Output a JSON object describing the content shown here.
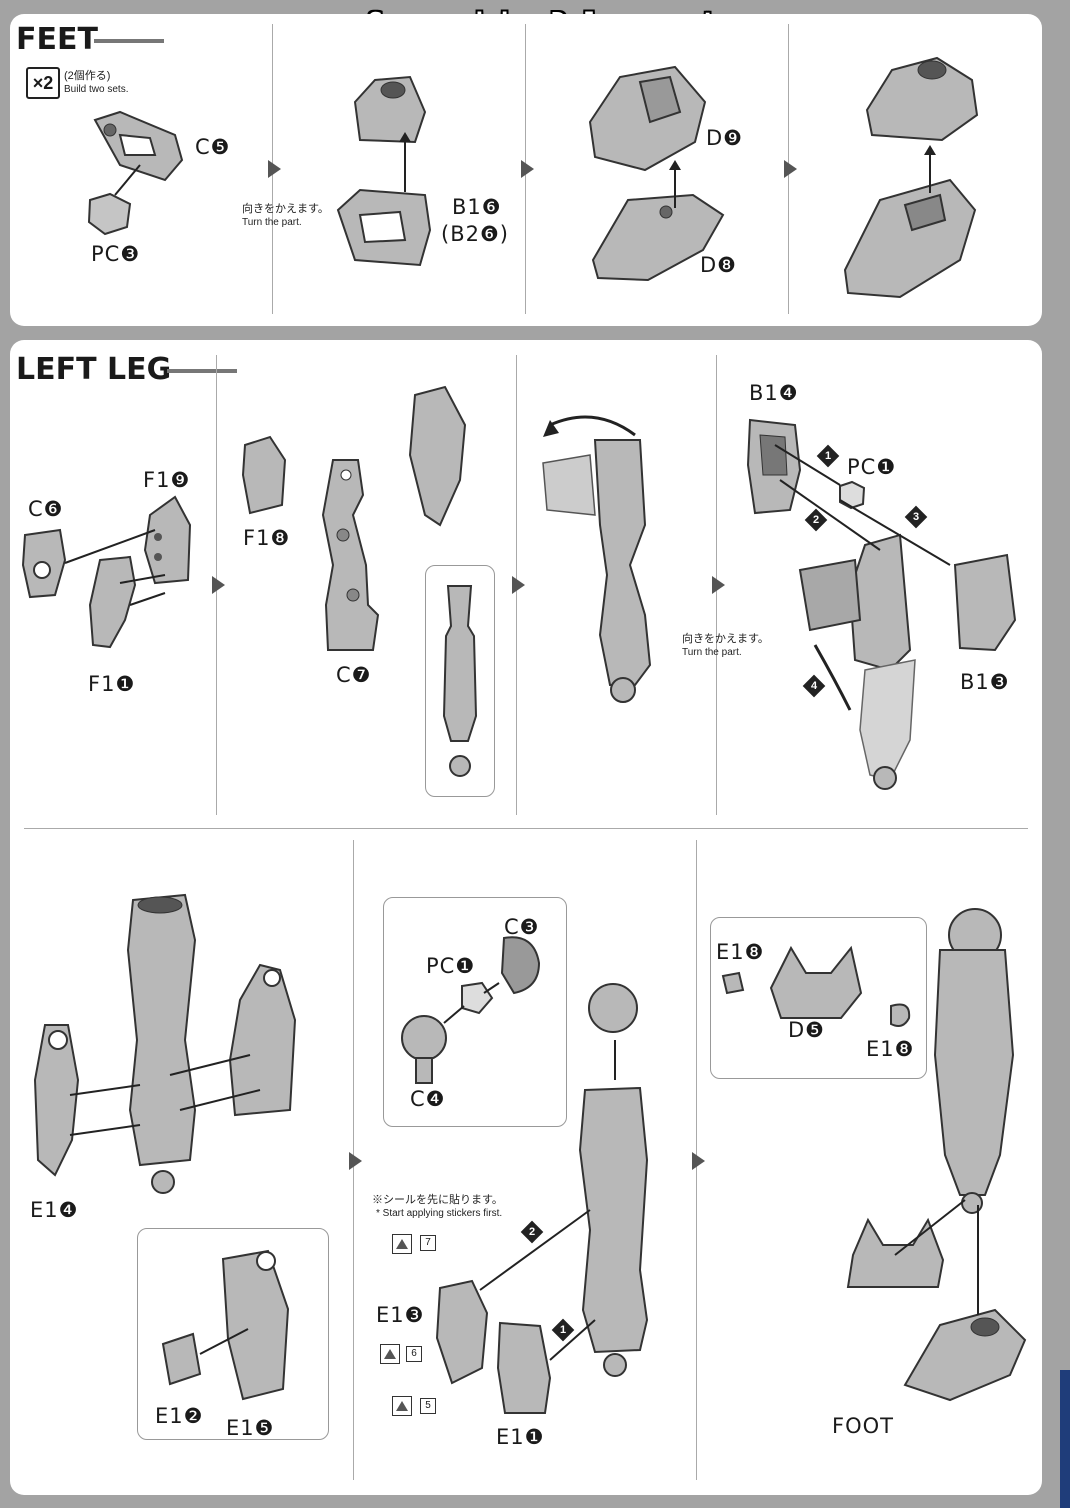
{
  "watermark": "Scanned by Dalong.net",
  "feet": {
    "title": "FEET",
    "multiplier": "×2",
    "note_ja": "(2個作る)",
    "note_en": "Build two sets.",
    "turn_ja": "向きをかえます。",
    "turn_en": "Turn the part.",
    "parts": [
      "C❺",
      "PC❸",
      "B1❻",
      "(B2❻)",
      "D❾",
      "D❽"
    ]
  },
  "left_leg": {
    "title": "LEFT LEG",
    "turn_ja": "向きをかえます。",
    "turn_en": "Turn the part.",
    "parts_row1": [
      "C❻",
      "F1❾",
      "F1❶",
      "F1❽",
      "C❼",
      "B1❹",
      "PC❶",
      "B1❸"
    ],
    "steps": [
      "1",
      "2",
      "3",
      "4"
    ],
    "parts_row2": [
      "E1❹",
      "E1❷",
      "E1❺",
      "C❸",
      "PC❶",
      "C❹",
      "E1❸",
      "E1❶",
      "E1❽",
      "D❺",
      "E1❽",
      "FOOT"
    ],
    "sticker_note_ja": "※シールを先に貼ります。",
    "sticker_note_en": "* Start applying stickers first.",
    "stickers": [
      "7",
      "6",
      "5"
    ]
  },
  "colors": {
    "page": "#a3a3a3",
    "panel": "#ffffff",
    "part_fill": "#b8b8b8",
    "part_stroke": "#333333",
    "edge_tab": "#1f3d7a"
  }
}
